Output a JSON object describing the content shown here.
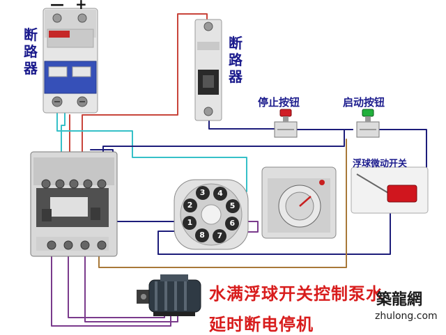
{
  "labels": {
    "breaker_left": "断路器",
    "breaker_right": "断路器",
    "stop_button": "停止按钮",
    "start_button": "启动按钮",
    "float_switch": "浮球微动开关",
    "minus_sign": "—",
    "plus_sign": "+"
  },
  "title": {
    "line1": "水满浮球开关控制泵水",
    "line2": "延时断电停机"
  },
  "relay_socket_pins": [
    "1",
    "2",
    "3",
    "4",
    "5",
    "6",
    "7",
    "8"
  ],
  "watermark": {
    "brand": "築龍網",
    "url": "zhulong.com"
  },
  "colors": {
    "wire_red": "#c8443a",
    "wire_cyan": "#35c0c8",
    "wire_navy": "#1c1c7a",
    "wire_brown": "#a87838",
    "wire_purple": "#7a3a8c",
    "label_blue": "#1a1a8c",
    "title_red": "#d81c1c",
    "stop_button": "#d01e26",
    "start_button": "#21b03c"
  }
}
